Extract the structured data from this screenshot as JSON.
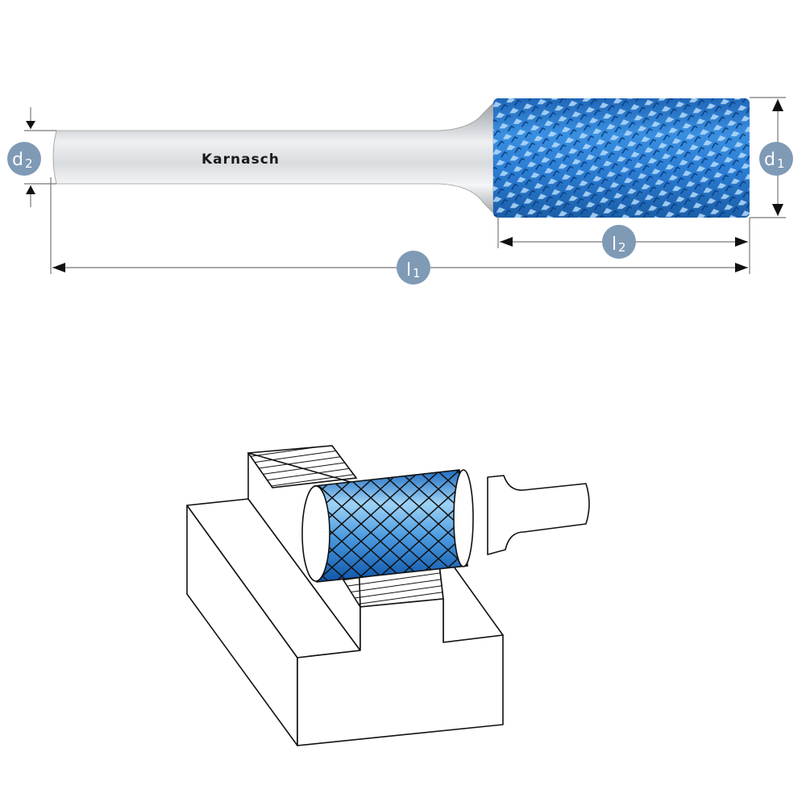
{
  "top_drawing": {
    "brand": "Karnasch",
    "labels": {
      "d1": "d1",
      "d2": "d2",
      "l1": "l1",
      "l2": "l2"
    },
    "label_main": {
      "d1": "d",
      "d2": "d",
      "l1": "l",
      "l2": "l"
    },
    "label_sub": {
      "d1": "1",
      "d2": "2",
      "l1": "1",
      "l2": "2"
    }
  },
  "colors": {
    "badge": "#7f9ab5",
    "coating": "#2f7fd0",
    "shank": "#c8ccd0"
  }
}
